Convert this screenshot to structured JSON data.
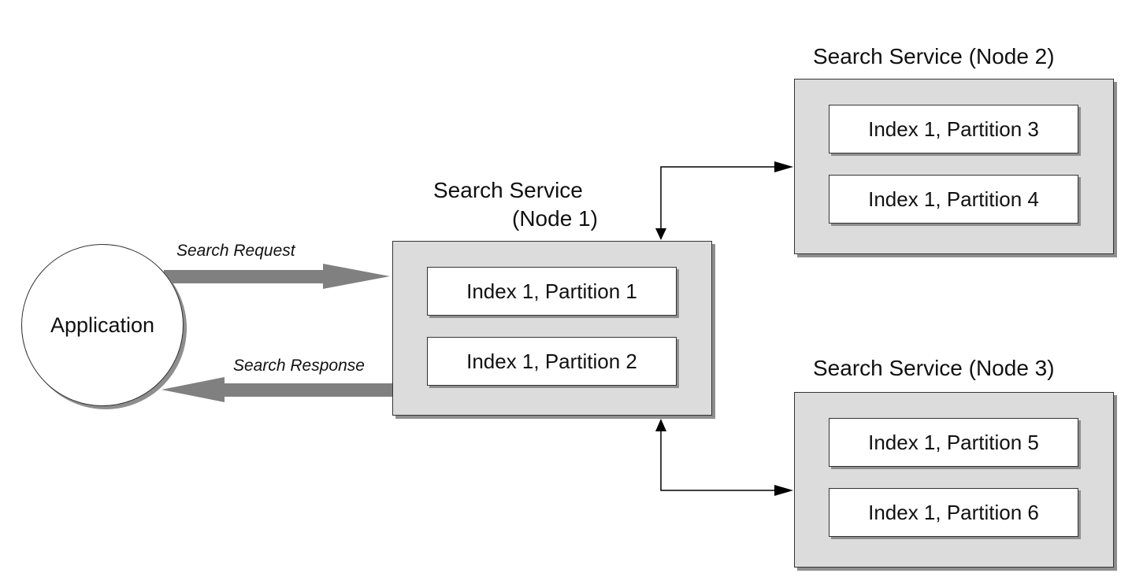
{
  "application": {
    "label": "Application"
  },
  "flows": {
    "request_label": "Search Request",
    "response_label": "Search Response"
  },
  "nodes": [
    {
      "title": "Search Service",
      "title_line2": "(Node 1)",
      "partitions": [
        "Index 1, Partition 1",
        "Index 1, Partition 2"
      ]
    },
    {
      "title": "Search Service (Node 2)",
      "partitions": [
        "Index 1, Partition 3",
        "Index 1, Partition 4"
      ]
    },
    {
      "title": "Search Service (Node 3)",
      "partitions": [
        "Index 1, Partition 5",
        "Index 1, Partition 6"
      ]
    }
  ],
  "colors": {
    "node_fill": "#dcdcdc",
    "partition_fill": "#ffffff",
    "shadow": "#8e8e8e",
    "flow_arrow": "#808080",
    "connector": "#000000"
  }
}
